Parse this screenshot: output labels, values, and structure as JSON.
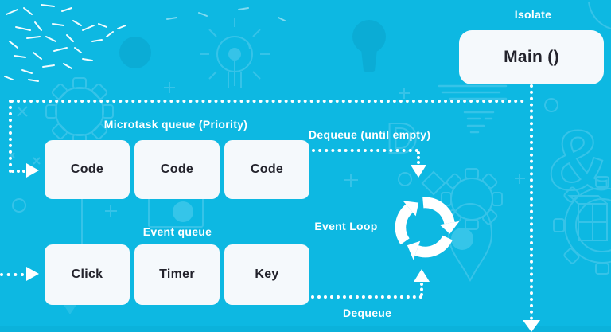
{
  "colors": {
    "background": "#0db8e2",
    "box_fill": "#f5f9fc",
    "box_text": "#23232c",
    "label_text": "#ffffff",
    "arrow_dots": "#ffffff",
    "decor_outline": "#45c7ea",
    "decor_solid_dark": "#0bacd5",
    "decor_solid_light": "#35c5e9"
  },
  "isolate": {
    "label": "Isolate",
    "main_label": "Main ()"
  },
  "microtask_queue": {
    "title": "Microtask queue (Priority)",
    "items": [
      "Code",
      "Code",
      "Code"
    ]
  },
  "event_queue": {
    "title": "Event queue",
    "items": [
      "Click",
      "Timer",
      "Key"
    ]
  },
  "event_loop": {
    "label": "Event Loop",
    "icon": "cycle-arrows-icon"
  },
  "flows": {
    "dequeue_until_empty": "Dequeue (until empty)",
    "dequeue": "Dequeue"
  }
}
